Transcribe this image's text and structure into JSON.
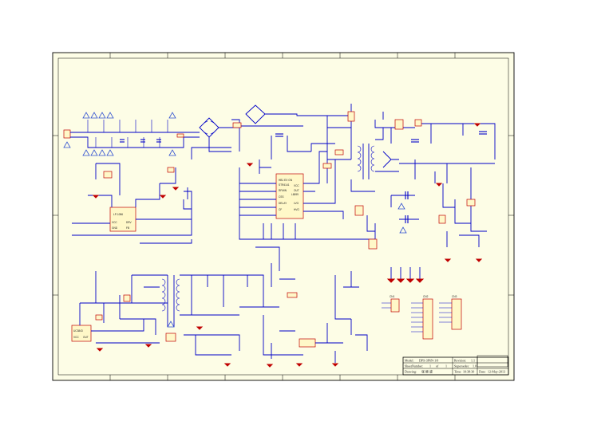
{
  "colors": {
    "paper": "#fdfde6",
    "wire": "#0000c8",
    "component": "#c00000",
    "frame": "#000000"
  },
  "title_block": {
    "model_label": "Model:",
    "model_value": "DPS-3P6N-1/0",
    "revision_label": "Revision:",
    "revision_value": "1.1",
    "sheet_label": "SheetNumber:",
    "sheet_value": "1",
    "sheet_of": "of",
    "sheet_total": "1",
    "supersedes_label": "Supersedes:",
    "supersedes_value": "1.0",
    "drawing_label": "Drawing:",
    "drawing_value": "张 继 波",
    "time_label": "Time:",
    "time_value": "10:38:30",
    "date_label": "Date:",
    "date_value": "12-May-2013"
  },
  "ic_labels": {
    "pfc_ic": [
      "LP-1056",
      "VCC",
      "DRV",
      "GND",
      "FB"
    ],
    "pwm_ic": [
      "HB1 EX GN",
      "STR4141",
      "L6599",
      "RFMIN",
      "CSS",
      "DELAY",
      "CF",
      "LVG",
      "HVG",
      "VCC",
      "OUT"
    ],
    "aux_ic": [
      "UC3843",
      "VCC",
      "OUT"
    ]
  },
  "connectors": {
    "cn1": "CN1",
    "cn2": "CN2",
    "cn3": "CN3"
  }
}
